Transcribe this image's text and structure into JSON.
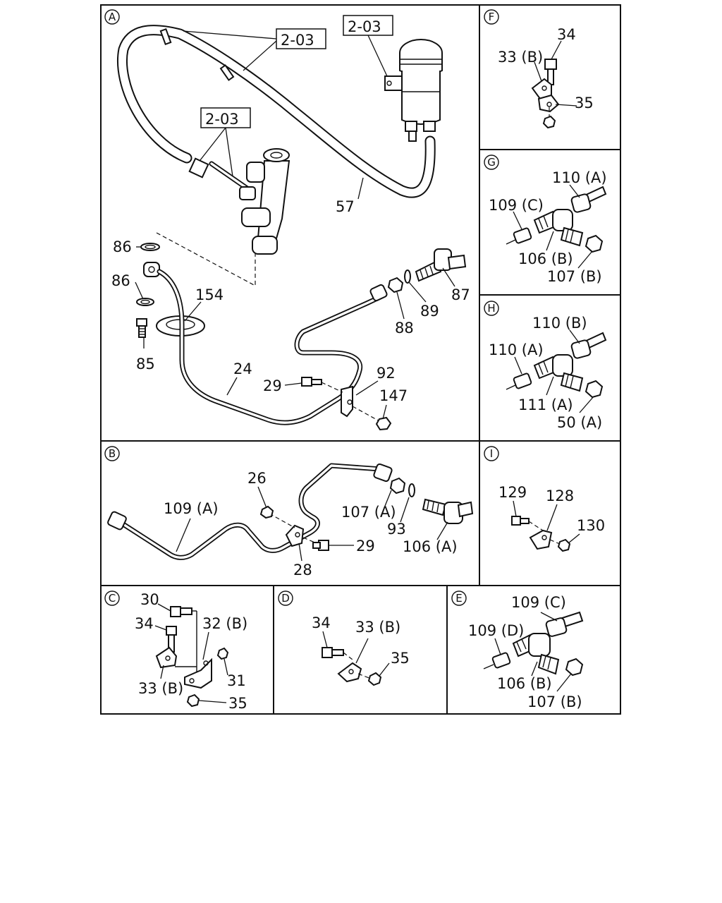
{
  "panels": {
    "A": {
      "letter": "A",
      "refs": [
        "2-03",
        "2-03",
        "2-03"
      ],
      "labels": [
        "57",
        "86",
        "86",
        "85",
        "154",
        "24",
        "29",
        "92",
        "147",
        "88",
        "89",
        "87"
      ]
    },
    "B": {
      "letter": "B",
      "labels": [
        "26",
        "109 (A)",
        "107 (A)",
        "93",
        "106 (A)",
        "29",
        "28"
      ]
    },
    "C": {
      "letter": "C",
      "labels": [
        "30",
        "34",
        "32 (B)",
        "33 (B)",
        "31",
        "35"
      ]
    },
    "D": {
      "letter": "D",
      "labels": [
        "34",
        "33 (B)",
        "35"
      ]
    },
    "E": {
      "letter": "E",
      "labels": [
        "109 (C)",
        "109 (D)",
        "106 (B)",
        "107 (B)"
      ]
    },
    "F": {
      "letter": "F",
      "labels": [
        "34",
        "33 (B)",
        "35"
      ]
    },
    "G": {
      "letter": "G",
      "labels": [
        "110 (A)",
        "109 (C)",
        "106 (B)",
        "107 (B)"
      ]
    },
    "H": {
      "letter": "H",
      "labels": [
        "110 (B)",
        "110 (A)",
        "111 (A)",
        "50 (A)"
      ]
    },
    "I": {
      "letter": "I",
      "labels": [
        "129",
        "128",
        "130"
      ]
    }
  }
}
